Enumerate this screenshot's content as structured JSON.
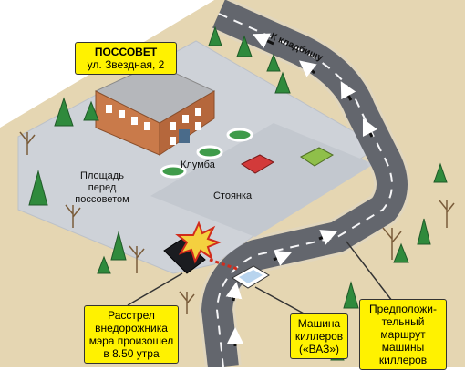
{
  "header": {
    "title": "ПОССОВЕТ",
    "address": "ул. Звездная, 2"
  },
  "map_labels": {
    "road_sign": "К кладбищу",
    "flowerbed": "Клумба",
    "square": [
      "Площадь",
      "перед",
      "поссоветом"
    ],
    "parking": "Стоянка"
  },
  "callouts": {
    "shooting": [
      "Расстрел",
      "внедорожника",
      "мэра произошел",
      "в 8.50 утра"
    ],
    "killers_car": [
      "Машина",
      "киллеров",
      "(«ВАЗ»)"
    ],
    "route": [
      "Предположи-",
      "тельный",
      "маршрут",
      "машины",
      "киллеров"
    ]
  },
  "colors": {
    "callout_bg": "#fff200",
    "ground": "#e5d6b2",
    "pavement": "#ced2d8",
    "road": "#3d4147",
    "building_wall": "#c97a4a",
    "roof": "#b5b7bb",
    "tree": "#2f8a3c"
  },
  "icons": [
    "explosion-icon",
    "route-arrow-icon",
    "tree-icon",
    "bare-tree-icon",
    "car-icon",
    "suv-icon",
    "building-icon",
    "flowerbed-icon"
  ]
}
